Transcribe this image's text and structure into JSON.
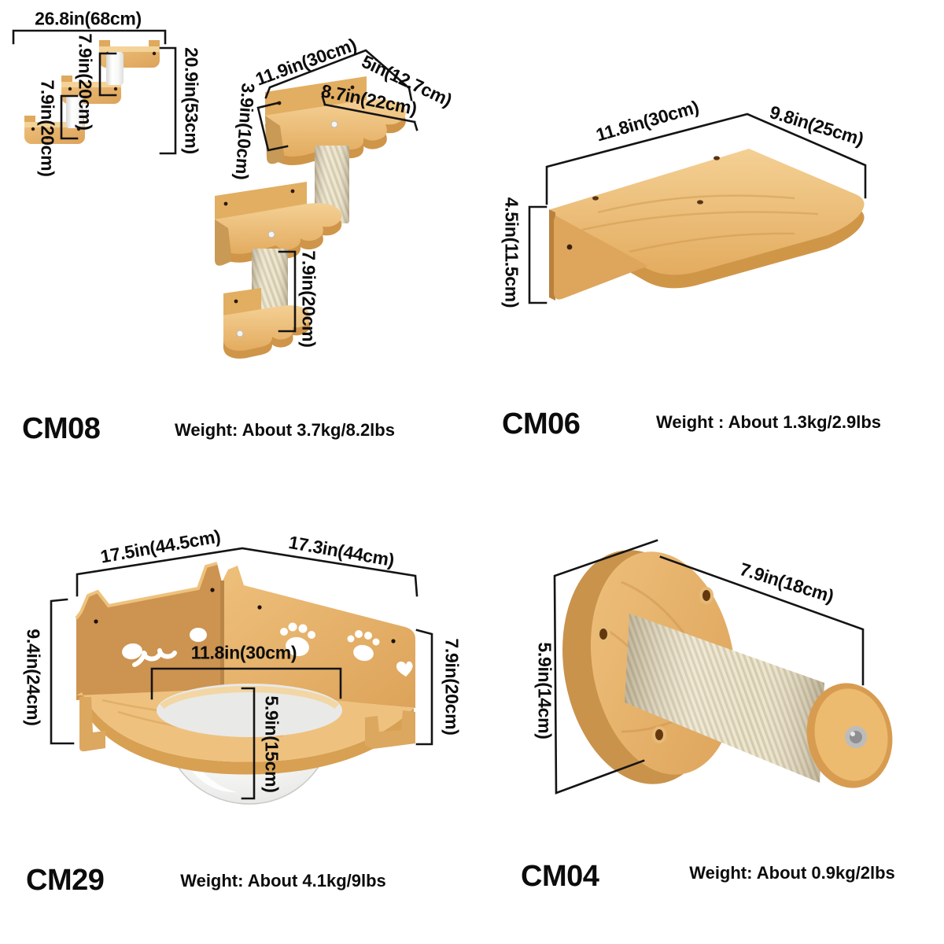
{
  "colors": {
    "background": "#ffffff",
    "dimension_line": "#141414",
    "label_text": "#0c0c0c",
    "wood_light": "#f0c983",
    "wood_mid": "#e2ab60",
    "wood_dark": "#c98f4a",
    "scratch_post": "#ece5cf",
    "scratch_post_rib": "#d2c8a9",
    "white_post": "#fbfbfb",
    "dome_glass": "#ebebe9",
    "metal": "#b5b5b5"
  },
  "products": {
    "cm08": {
      "code": "CM08",
      "weight_label": "Weight: About 3.7kg/8.2lbs",
      "dims": {
        "overall_width": "26.8in(68cm)",
        "overall_height": "20.9in(53cm)",
        "step_rise_upper": "7.9in(20cm)",
        "step_rise_lower": "7.9in(20cm)",
        "platform_length": "11.9in(30cm)",
        "platform_depth": "5in(12.7cm)",
        "platform_inner_width": "8.7in(22cm)",
        "bracket_height": "3.9in(10cm)",
        "post_height": "7.9in(20cm)"
      }
    },
    "cm06": {
      "code": "CM06",
      "weight_label": "Weight : About 1.3kg/2.9lbs",
      "dims": {
        "shelf_length": "11.8in(30cm)",
        "shelf_depth": "9.8in(25cm)",
        "shelf_height": "4.5in(11.5cm)"
      }
    },
    "cm29": {
      "code": "CM29",
      "weight_label": "Weight: About 4.1kg/9lbs",
      "dims": {
        "left_panel_width": "17.5in(44.5cm)",
        "right_panel_width": "17.3in(44cm)",
        "left_height": "9.4in(24cm)",
        "bowl_opening": "11.8in(30cm)",
        "bowl_depth": "5.9in(15cm)",
        "right_height": "7.9in(20cm)"
      }
    },
    "cm04": {
      "code": "CM04",
      "weight_label": "Weight: About 0.9kg/2lbs",
      "dims": {
        "post_length": "7.9in(18cm)",
        "base_diameter": "5.9in(14cm)"
      }
    }
  }
}
